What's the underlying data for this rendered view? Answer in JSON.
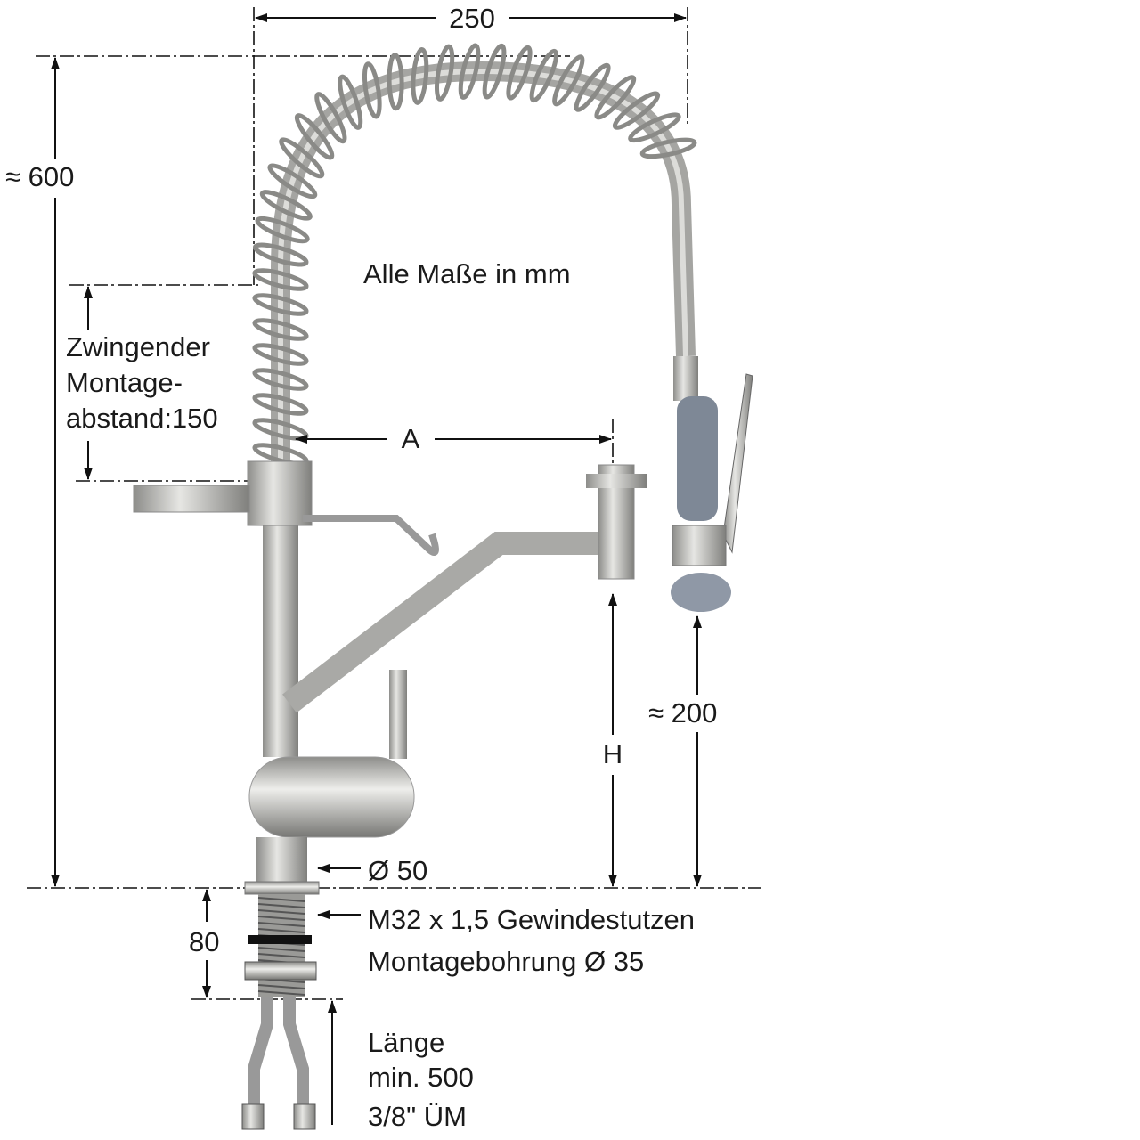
{
  "title_note": "Alle Maße in mm",
  "dimensions": {
    "width": "250",
    "height": "≈ 600",
    "mount_distance": [
      "Zwingender",
      "Montage-",
      "abstand:150"
    ],
    "reach": "A",
    "spout_height": "H",
    "spray_height": "≈ 200",
    "base_diameter": "Ø 50",
    "thread_length": "80",
    "thread": "M32 x 1,5 Gewindestutzen",
    "mount_hole": "Montagebohrung Ø 35",
    "hose": [
      "Länge",
      "min. 500",
      "3/8\" ÜM"
    ]
  },
  "colors": {
    "metal": "#b9b9b6",
    "grip": "#7e8896",
    "line": "#111111"
  }
}
